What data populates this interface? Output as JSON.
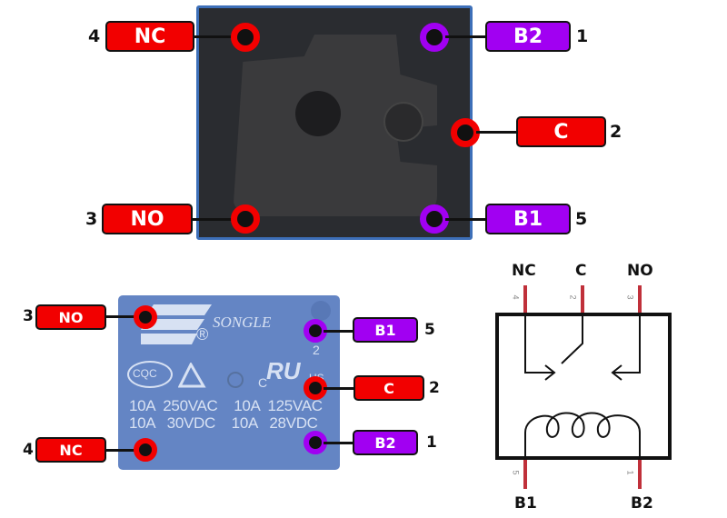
{
  "bottom_view": {
    "pins": [
      {
        "name": "NC",
        "number": "4",
        "color": "#f20000"
      },
      {
        "name": "B2",
        "number": "1",
        "color": "#a100f2"
      },
      {
        "name": "C",
        "number": "2",
        "color": "#f20000"
      },
      {
        "name": "NO",
        "number": "3",
        "color": "#f20000"
      },
      {
        "name": "B1",
        "number": "5",
        "color": "#a100f2"
      }
    ]
  },
  "top_view": {
    "brand": "SONGLE",
    "registered": "®",
    "cert_cqc": "CQC",
    "ul_prefix": "C",
    "ul_mark": "RU",
    "ul_suffix": "US",
    "ul_number": "2",
    "ratings_line1": "10A  250VAC    10A  125VAC",
    "ratings_line2": "10A   30VDC    10A   28VDC",
    "pins": [
      {
        "name": "NO",
        "number": "3",
        "color": "#f20000"
      },
      {
        "name": "NC",
        "number": "4",
        "color": "#f20000"
      },
      {
        "name": "B1",
        "number": "5",
        "color": "#a100f2"
      },
      {
        "name": "C",
        "number": "2",
        "color": "#f20000"
      },
      {
        "name": "B2",
        "number": "1",
        "color": "#a100f2"
      }
    ]
  },
  "schematic": {
    "top_labels": [
      "NC",
      "C",
      "NO"
    ],
    "top_pin_numbers": [
      "4",
      "2",
      "3"
    ],
    "bottom_labels": [
      "B1",
      "B2"
    ],
    "bottom_pin_numbers": [
      "5",
      "1"
    ],
    "lead_color": "#c0303a"
  }
}
